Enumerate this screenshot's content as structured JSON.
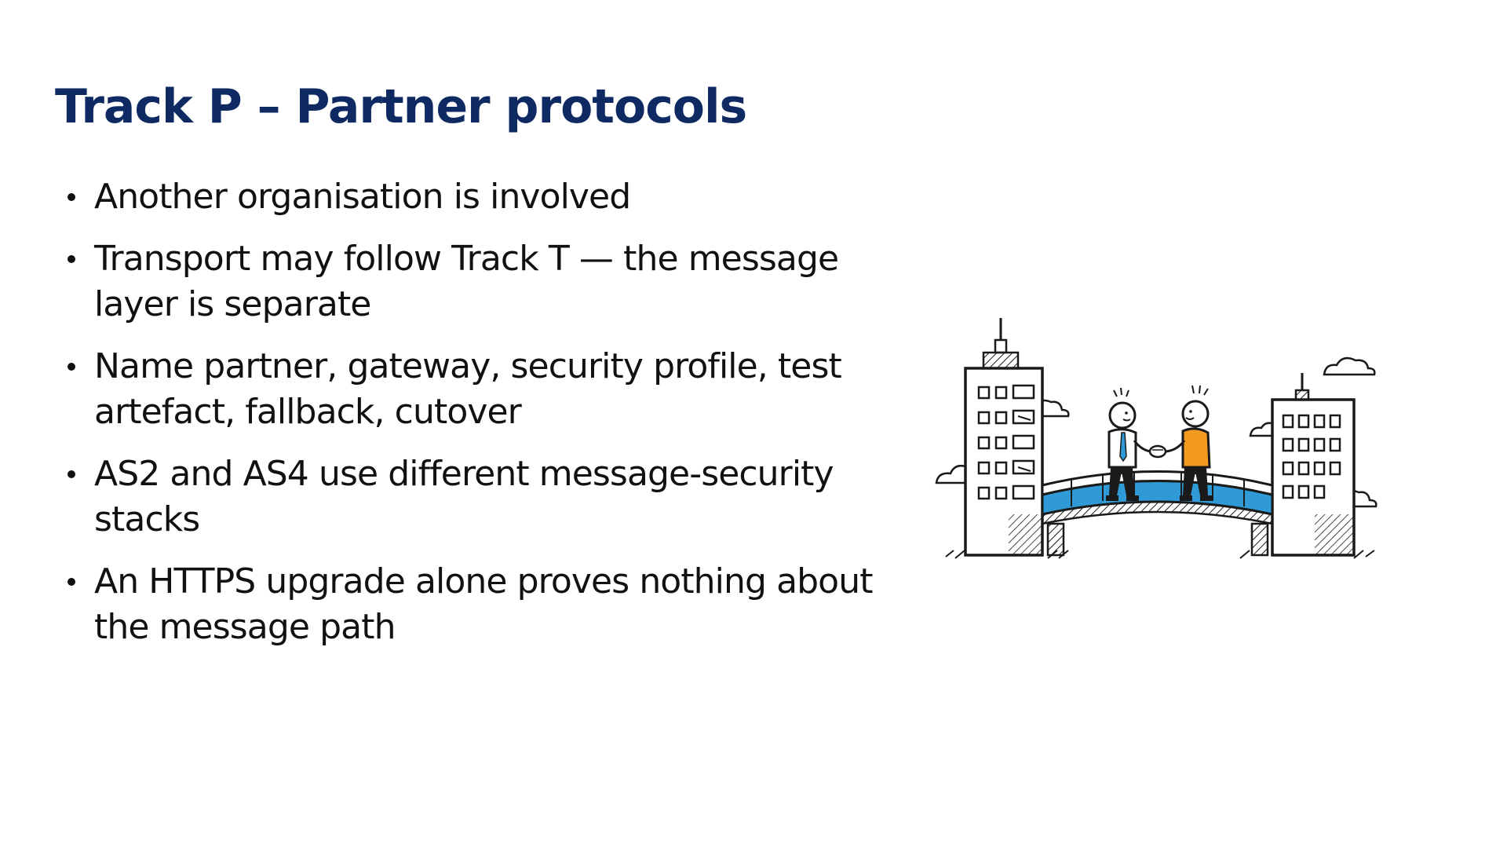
{
  "slide": {
    "title": "Track P – Partner protocols",
    "bullets": [
      "Another organisation is involved",
      "Transport may follow Track T — the message layer is separate",
      "Name partner, gateway, security profile, test artefact, fallback, cutover",
      "AS2 and AS4 use different message-security stacks",
      "An HTTPS upgrade alone proves nothing about the message path"
    ]
  },
  "colors": {
    "title": "#0f2a63",
    "text": "#111111",
    "bridge_blue": "#2f9ad6",
    "shirt_orange": "#f29b1f",
    "tie_blue": "#2f9ad6"
  },
  "icons": [
    "handshake-illustration",
    "building-icon",
    "bridge-icon",
    "cloud-icon",
    "person-icon"
  ]
}
